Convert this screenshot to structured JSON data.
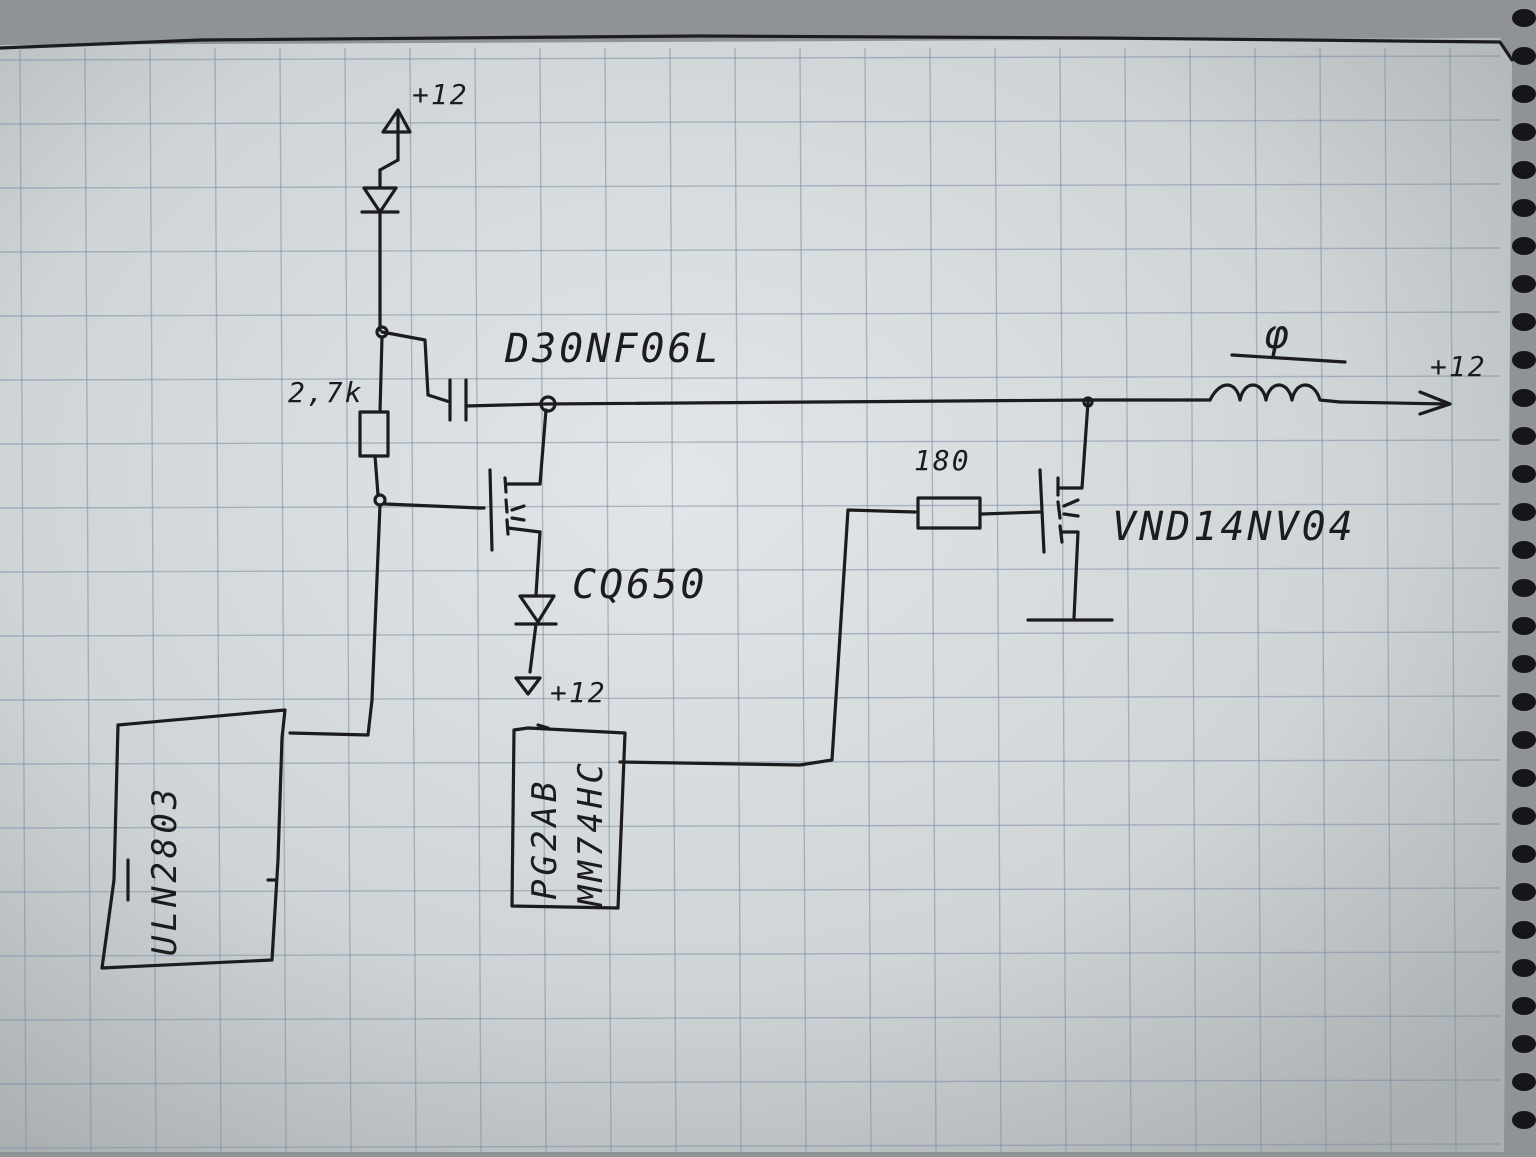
{
  "diagram": {
    "supply_top": "+12",
    "supply_bottom": "+12",
    "supply_right": "+12",
    "resistor_left": "2,7k",
    "resistor_gate": "180",
    "mosfet_top": "D30NF06L",
    "mosfet_right": "VND14NV04",
    "zener": "CQ650",
    "load": "φ",
    "chip_left": "ULN2803",
    "chip_mid_line1": "PG2AB",
    "chip_mid_line2": "MM74HC"
  },
  "colors": {
    "paper": "#d4d9dc",
    "grid": "#7d8fa6",
    "ink": "#1c1b1d",
    "spiral": "#16161a"
  }
}
